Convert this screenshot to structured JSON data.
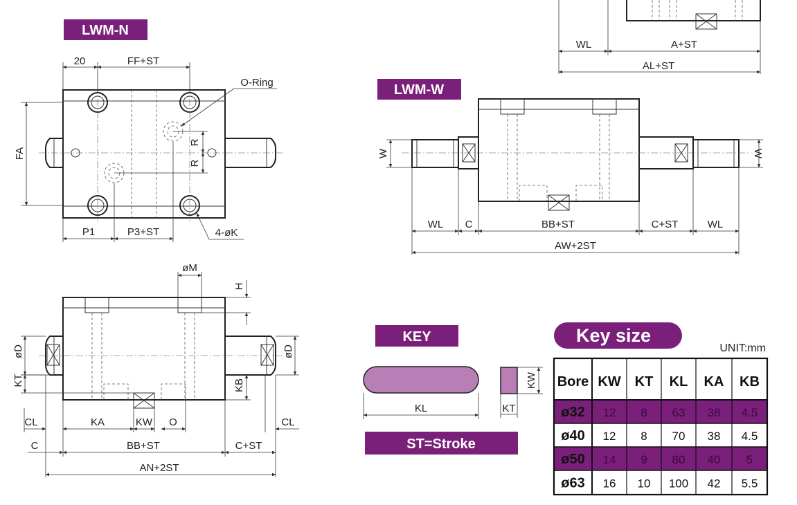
{
  "colors": {
    "accent": "#7a1f7a",
    "key_fill": "#b77fb5",
    "row_highlight": "#7a1f7a",
    "line": "#222222"
  },
  "titles": {
    "lwm_n": "LWM-N",
    "lwm_w": "LWM-W",
    "key": "KEY",
    "stroke": "ST=Stroke",
    "key_size": "Key size"
  },
  "labels": {
    "d20": "20",
    "ff_st": "FF+ST",
    "o_ring": "O-Ring",
    "fa": "FA",
    "r": "R",
    "p1": "P1",
    "p3_st": "P3+ST",
    "k4": "4-øK",
    "wl": "WL",
    "a_st": "A+ST",
    "al_st": "AL+ST",
    "w": "W",
    "c": "C",
    "bb_st": "BB+ST",
    "c_st": "C+ST",
    "aw_2st": "AW+2ST",
    "m": "øM",
    "h": "H",
    "d": "øD",
    "kt": "KT",
    "kb": "KB",
    "cl": "CL",
    "ka": "KA",
    "kw": "KW",
    "o": "O",
    "an_2st": "AN+2ST",
    "kl": "KL"
  },
  "table": {
    "unit": "UNIT:mm",
    "headers": [
      "Bore",
      "KW",
      "KT",
      "KL",
      "KA",
      "KB"
    ],
    "rows": [
      {
        "bore": "ø32",
        "values": [
          "12",
          "8",
          "63",
          "38",
          "4.5"
        ],
        "highlight": true
      },
      {
        "bore": "ø40",
        "values": [
          "12",
          "8",
          "70",
          "38",
          "4.5"
        ],
        "highlight": false
      },
      {
        "bore": "ø50",
        "values": [
          "14",
          "9",
          "80",
          "40",
          "5"
        ],
        "highlight": true
      },
      {
        "bore": "ø63",
        "values": [
          "16",
          "10",
          "100",
          "42",
          "5.5"
        ],
        "highlight": false
      }
    ]
  }
}
